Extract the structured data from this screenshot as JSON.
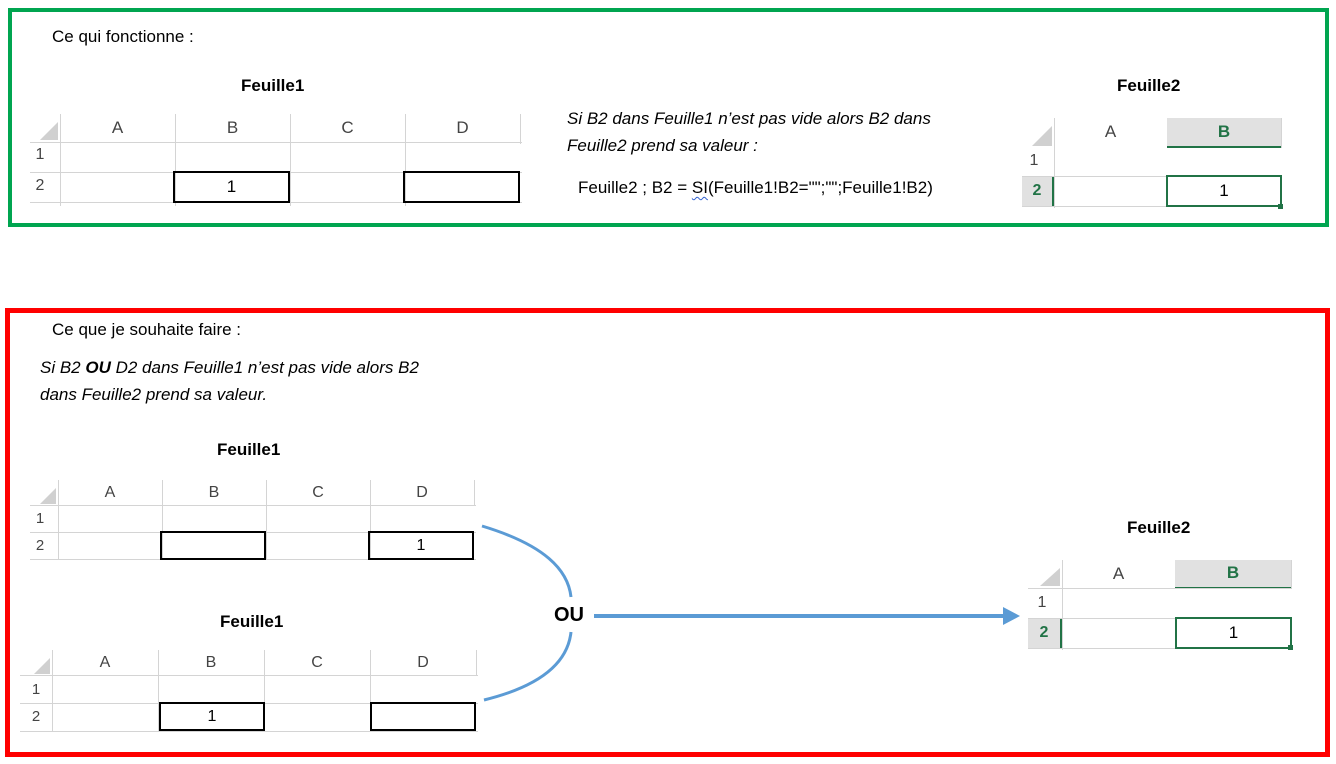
{
  "top": {
    "heading": "Ce qui fonctionne :",
    "sheet1_title": "Feuille1",
    "sheet2_title": "Feuille2",
    "explanation_line1": "Si B2 dans Feuille1 n’est pas vide alors B2 dans",
    "explanation_line2": "Feuille2 prend sa valeur :",
    "formula_prefix": "Feuille2 ; B2 = ",
    "formula_func": "SI",
    "formula_rest": "(Feuille1!B2=\"\";\"\";Feuille1!B2)",
    "sheet1": {
      "columns": [
        "A",
        "B",
        "C",
        "D"
      ],
      "rows": [
        "1",
        "2"
      ],
      "b2": "1",
      "d2": ""
    },
    "sheet2": {
      "columns": [
        "A",
        "B"
      ],
      "rows": [
        "1",
        "2"
      ],
      "b2": "1"
    }
  },
  "bottom": {
    "heading": "Ce que je souhaite faire :",
    "text_part1": "Si B2 ",
    "text_bold": "OU",
    "text_part2": " D2 dans Feuille1 n’est pas vide alors B2",
    "text_line2": "dans Feuille2 prend sa valeur.",
    "sheetA_title": "Feuille1",
    "sheetB_title": "Feuille1",
    "sheet2_title": "Feuille2",
    "ou_label": "OU",
    "sheetA": {
      "columns": [
        "A",
        "B",
        "C",
        "D"
      ],
      "rows": [
        "1",
        "2"
      ],
      "b2": "",
      "d2": "1"
    },
    "sheetB": {
      "columns": [
        "A",
        "B",
        "C",
        "D"
      ],
      "rows": [
        "1",
        "2"
      ],
      "b2": "1",
      "d2": ""
    },
    "sheet2": {
      "columns": [
        "A",
        "B"
      ],
      "rows": [
        "1",
        "2"
      ],
      "b2": "1"
    }
  },
  "colors": {
    "top_border": "#00a550",
    "bottom_border": "#ff0000",
    "arrow": "#5b9bd5",
    "excel_green": "#217346"
  }
}
